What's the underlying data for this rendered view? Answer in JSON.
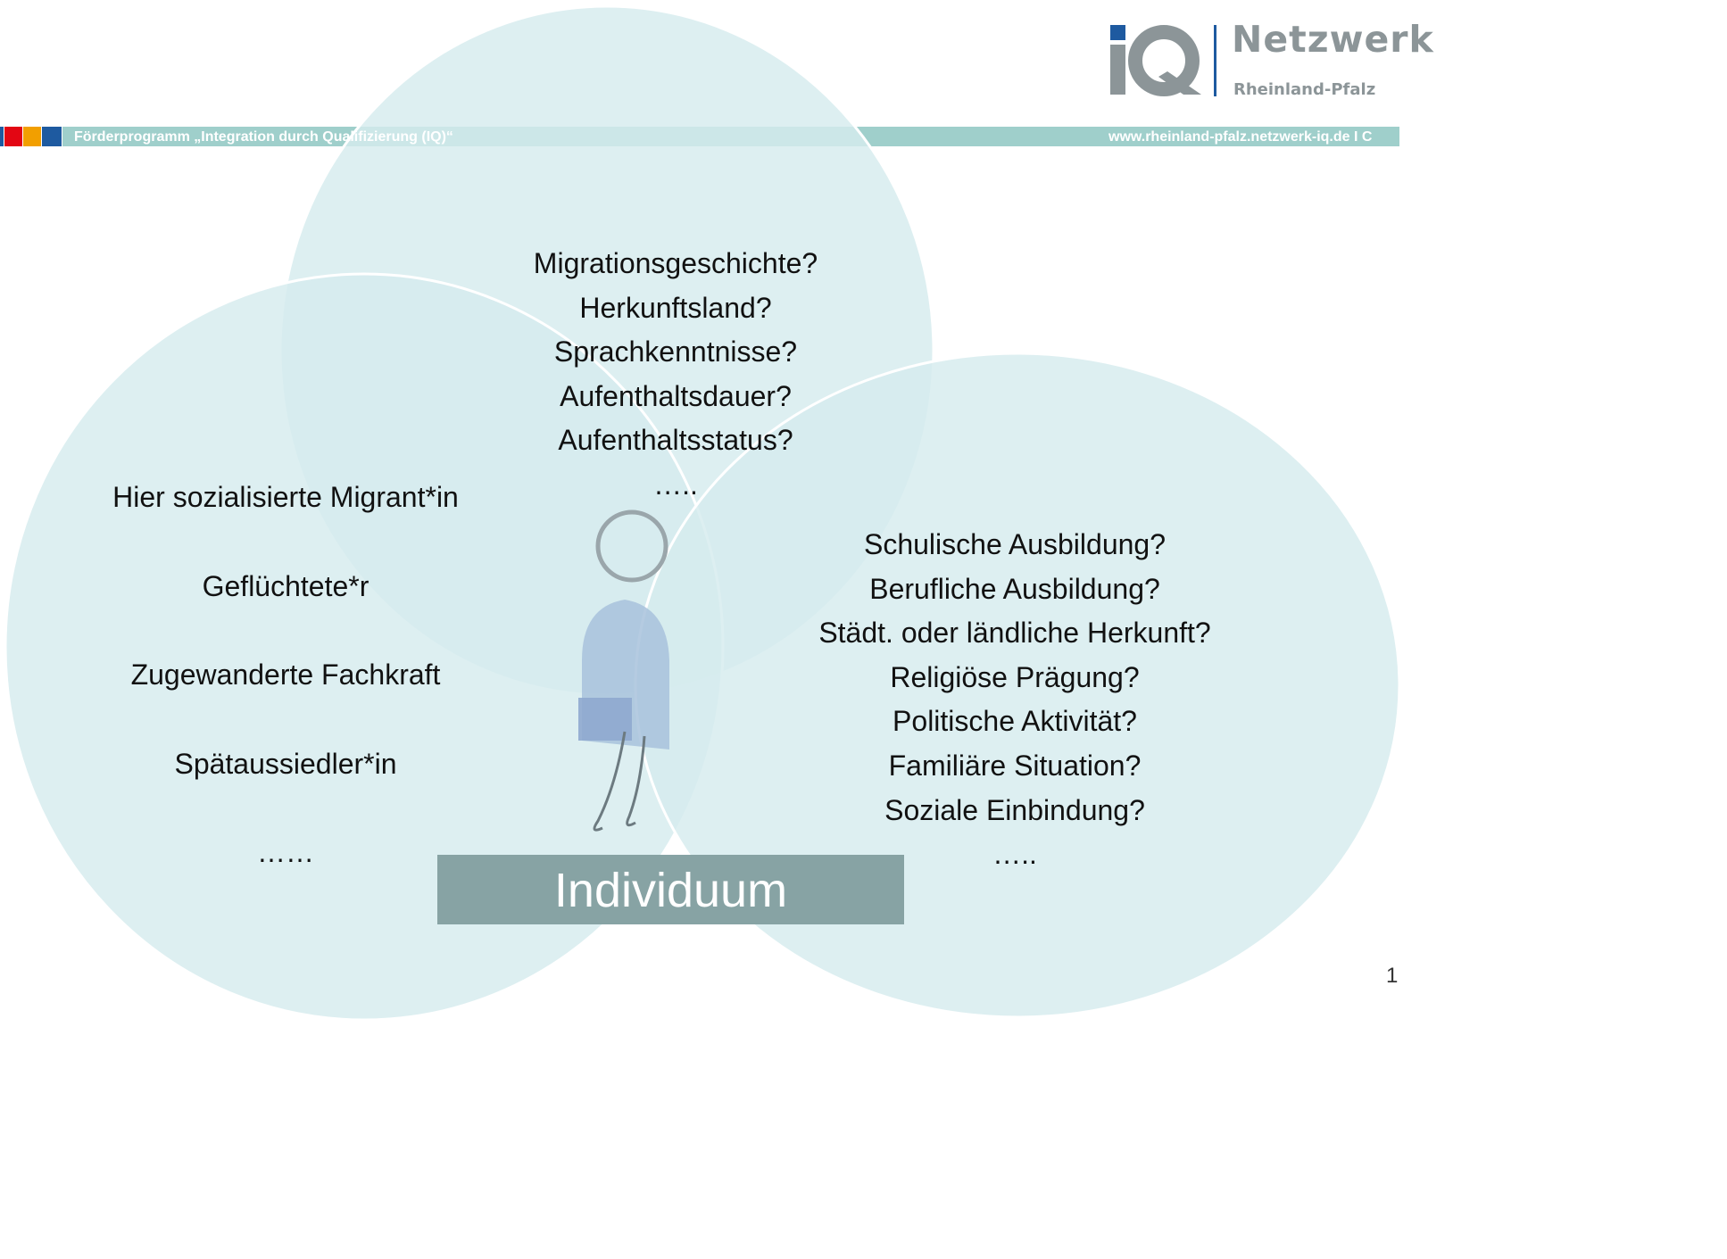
{
  "header": {
    "program_text": "Förderprogramm „Integration durch Qualifizierung (IQ)“",
    "website_text": "www.rheinland-pfalz.netzwerk-iq.de   I   C",
    "stripe_colors": [
      "#e30613",
      "#f29f00",
      "#1e5aa0"
    ],
    "banner_color": "#9fcfcb"
  },
  "logo": {
    "brand": "Netzwerk",
    "region": "Rheinland-Pfalz",
    "icon_name": "iq-logo-icon"
  },
  "diagram": {
    "circle_color": "#d5ebee",
    "top_circle": {
      "items": [
        "Migrationsgeschichte?",
        "Herkunftsland?",
        "Sprachkenntnisse?",
        "Aufenthaltsdauer?",
        "Aufenthaltsstatus?",
        "….."
      ]
    },
    "left_circle": {
      "items": [
        "Hier sozialisierte Migrant*in",
        "Geflüchtete*r",
        "Zugewanderte Fachkraft",
        "Spätaussiedler*in",
        "……"
      ]
    },
    "right_circle": {
      "items": [
        "Schulische Ausbildung?",
        "Berufliche Ausbildung?",
        "Städt. oder ländliche Herkunft?",
        "Religiöse Prägung?",
        "Politische Aktivität?",
        "Familiäre Situation?",
        "Soziale Einbindung?",
        "….."
      ]
    },
    "center_label": "Individuum",
    "figure_icon": "person-figure-icon"
  },
  "page_number": "1"
}
